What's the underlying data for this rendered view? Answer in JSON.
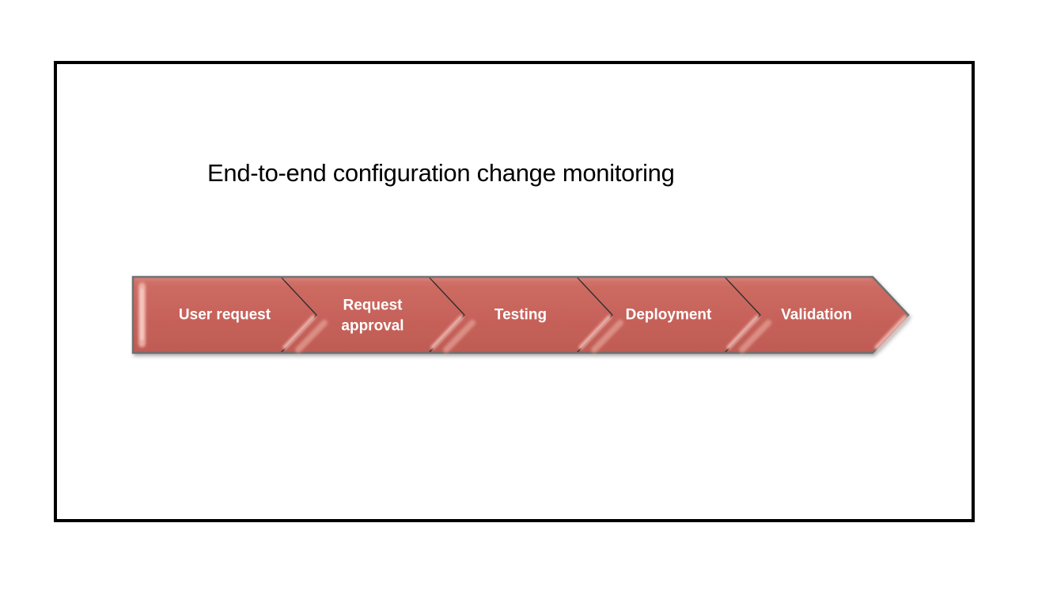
{
  "slide": {
    "title": "End-to-end configuration change monitoring",
    "background_color": "#ffffff",
    "border_color": "#000000"
  },
  "process": {
    "type": "chevron-flow",
    "direction": "left-to-right",
    "step_count": 5,
    "steps": [
      {
        "label": "User request",
        "lines": [
          "User request"
        ]
      },
      {
        "label": "Request approval",
        "lines": [
          "Request",
          "approval"
        ]
      },
      {
        "label": "Testing",
        "lines": [
          "Testing"
        ]
      },
      {
        "label": "Deployment",
        "lines": [
          "Deployment"
        ]
      },
      {
        "label": "Validation",
        "lines": [
          "Validation"
        ]
      }
    ],
    "colors": {
      "fill": "#C6625A",
      "fill_light": "#D2746B",
      "fill_dark": "#BE5B53",
      "gloss_highlight": "#F2B5AD",
      "gloss_highlight_soft": "#E29A90",
      "outer_outline": "#6F6F6F",
      "divider_line": "#2E2E2E",
      "label_text": "#FFFFFF"
    }
  }
}
